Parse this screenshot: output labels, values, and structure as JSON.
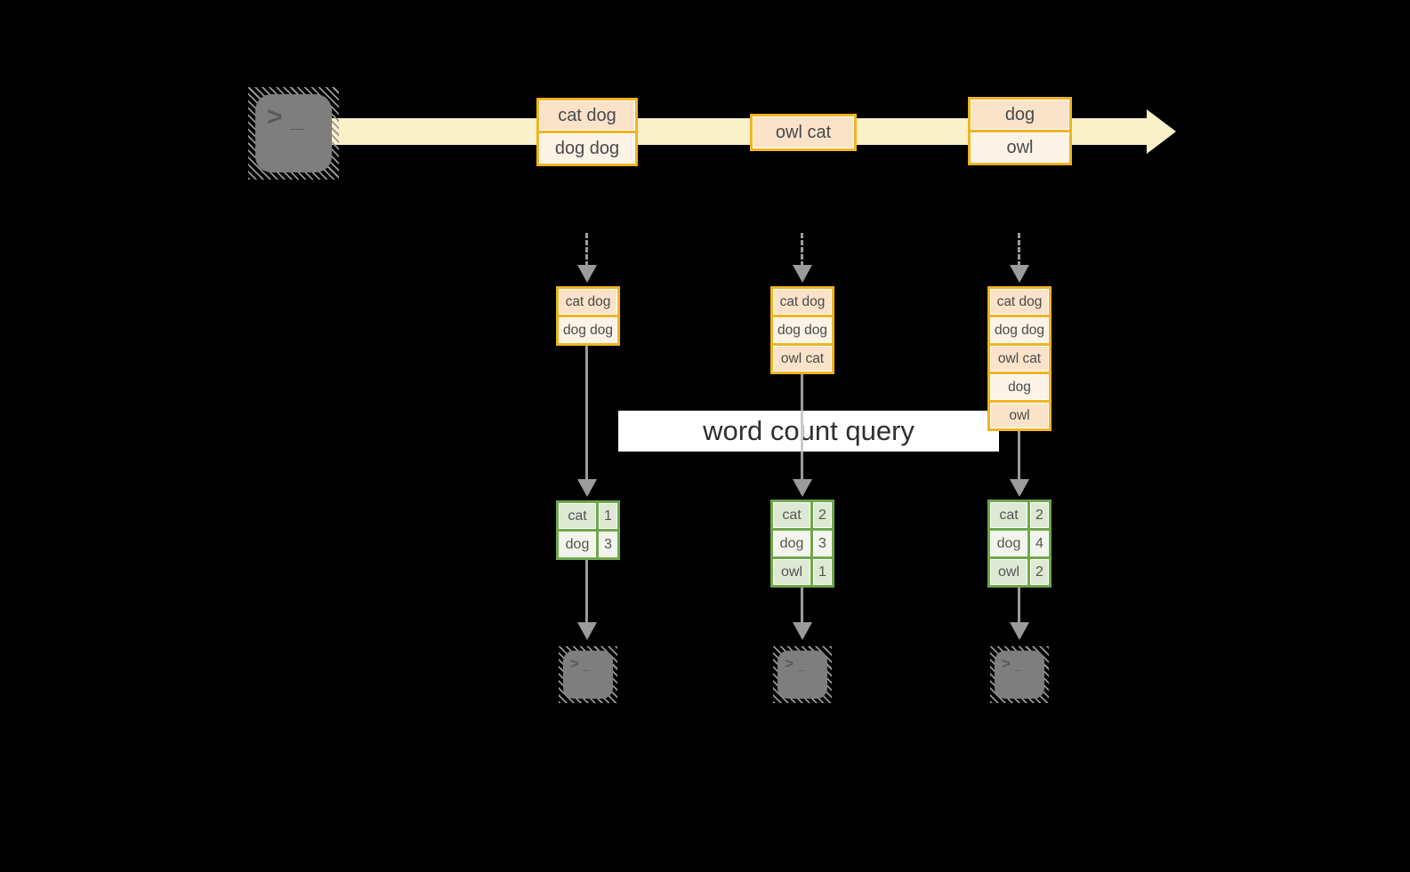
{
  "query": {
    "label": "word count query"
  },
  "prompt": {
    "chevron": ">",
    "underscore": "_"
  },
  "stream": {
    "batches": [
      {
        "rows": [
          "cat dog",
          "dog dog"
        ]
      },
      {
        "rows": [
          "owl cat"
        ]
      },
      {
        "rows": [
          "dog",
          "owl"
        ]
      }
    ]
  },
  "state": {
    "columns": [
      {
        "rows": [
          "cat dog",
          "dog dog"
        ]
      },
      {
        "rows": [
          "cat dog",
          "dog dog",
          "owl cat"
        ]
      },
      {
        "rows": [
          "cat dog",
          "dog dog",
          "owl cat",
          "dog",
          "owl"
        ]
      }
    ]
  },
  "results": {
    "tables": [
      {
        "rows": [
          [
            "cat",
            "1"
          ],
          [
            "dog",
            "3"
          ]
        ]
      },
      {
        "rows": [
          [
            "cat",
            "2"
          ],
          [
            "dog",
            "3"
          ],
          [
            "owl",
            "1"
          ]
        ]
      },
      {
        "rows": [
          [
            "cat",
            "2"
          ],
          [
            "dog",
            "4"
          ],
          [
            "owl",
            "2"
          ]
        ]
      }
    ]
  },
  "colors": {
    "background": "#000000",
    "stream_band": "#FAF0C9",
    "accent_orange": "#F1B31F",
    "peach_dark": "#FAE3C9",
    "peach_light": "#FDF3E6",
    "accent_green": "#6FA74A",
    "green_cell": "#DEE9D3",
    "green_cell_light": "#F1F5EC",
    "arrow_gray": "#9B9B9B",
    "terminal_gray": "#7E7E7E"
  }
}
